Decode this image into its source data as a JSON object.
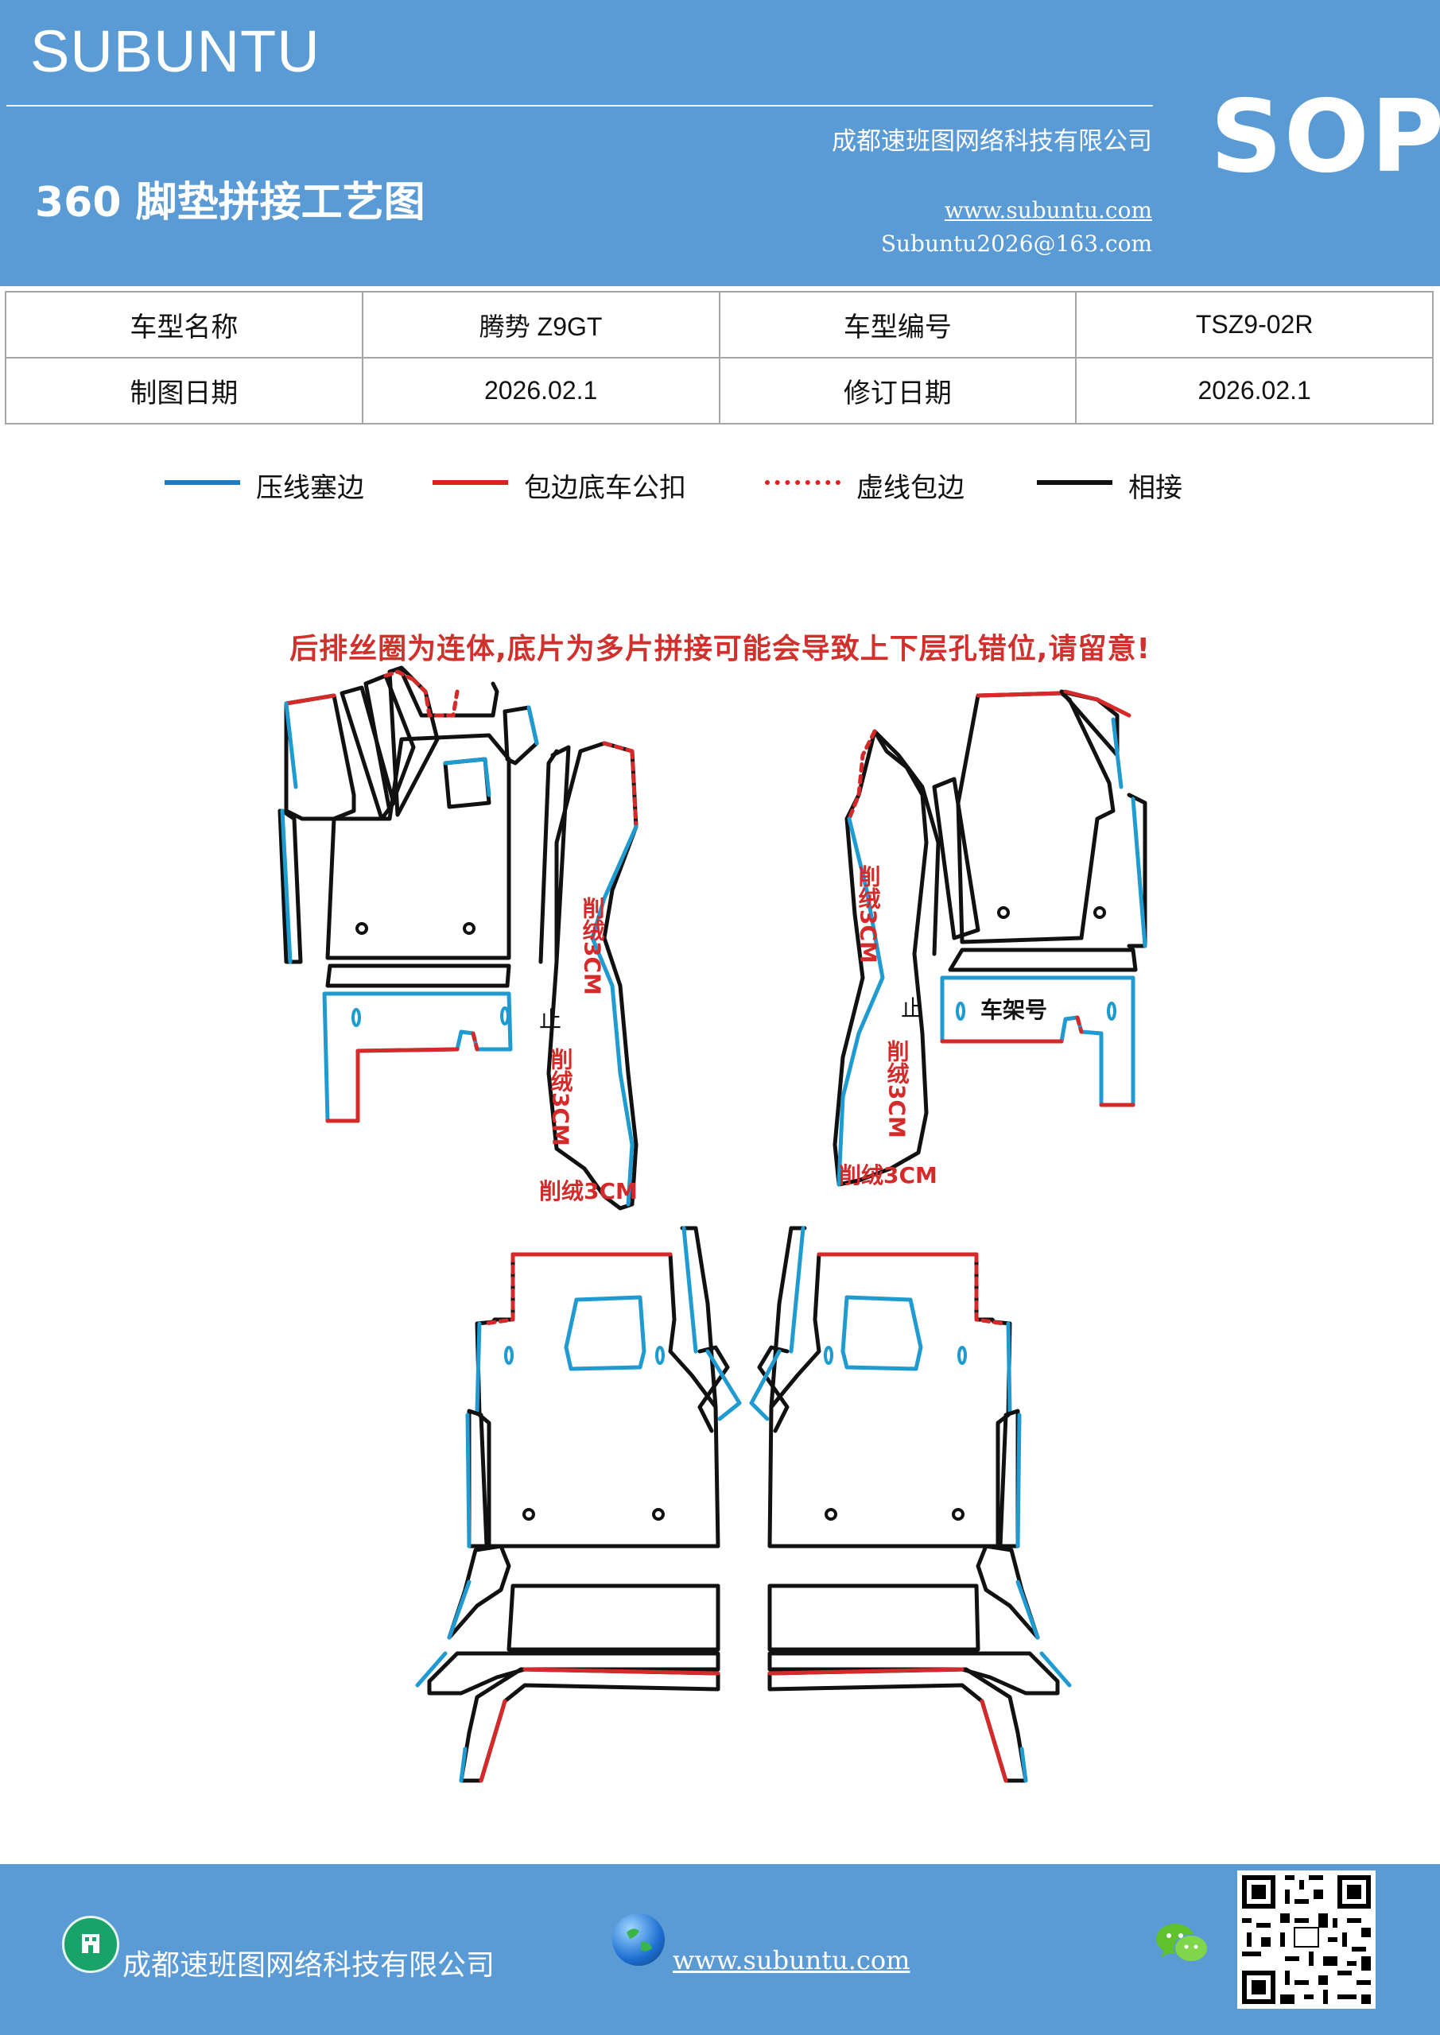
{
  "header": {
    "brand": "SUBUNTU",
    "company": "成都速班图网络科技有限公司",
    "title": "360 脚垫拼接工艺图",
    "website": "www.subuntu.com",
    "email": "Subuntu2026@163.com",
    "badge": "SOP"
  },
  "info_table": {
    "rows": [
      [
        "车型名称",
        "腾势 Z9GT",
        "车型编号",
        "TSZ9-02R"
      ],
      [
        "制图日期",
        "2026.02.1",
        "修订日期",
        "2026.02.1"
      ]
    ]
  },
  "legend": [
    {
      "label": "压线塞边",
      "color": "#1f7ac4",
      "style": "solid"
    },
    {
      "label": "包边底车公扣",
      "color": "#e02020",
      "style": "solid"
    },
    {
      "label": "虚线包边",
      "color": "#e02020",
      "style": "dotted"
    },
    {
      "label": "相接",
      "color": "#111111",
      "style": "solid"
    }
  ],
  "drawing": {
    "notice": "后排丝圈为连体,底片为多片拼接可能会导致上下层孔错位,请留意!",
    "annotations": {
      "shave": "削绒3CM",
      "stop": "止",
      "frame_number": "车架号"
    },
    "colors": {
      "press": "#1f9bd1",
      "wrap": "#d42a2a",
      "join": "#111111"
    }
  },
  "footer": {
    "company": "成都速班图网络科技有限公司",
    "website": "www.subuntu.com"
  },
  "icons": [
    "building-icon",
    "globe-icon",
    "wechat-icon",
    "qr-code"
  ]
}
